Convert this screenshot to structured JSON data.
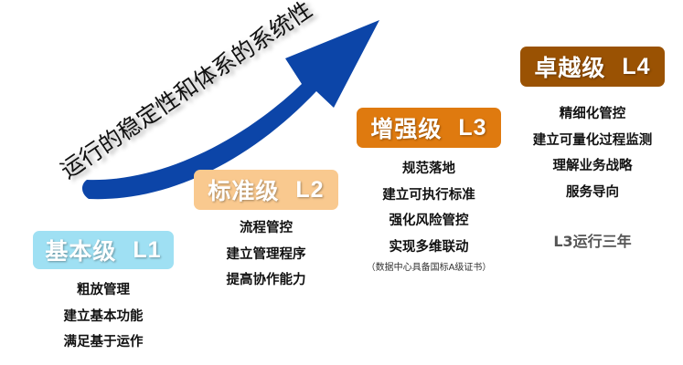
{
  "slogan": "运行的稳定性和体系的系统性",
  "levels": [
    {
      "name": "基本级",
      "code": "L1",
      "color": "#9fe0f3",
      "items": [
        "粗放管理",
        "建立基本功能",
        "满足基于运作"
      ]
    },
    {
      "name": "标准级",
      "code": "L2",
      "color": "#f9c98f",
      "items": [
        "流程管控",
        "建立管理程序",
        "提高协作能力"
      ]
    },
    {
      "name": "增强级",
      "code": "L3",
      "color": "#df7a0f",
      "items": [
        "规范落地",
        "建立可执行标准",
        "强化风险管控",
        "实现多维联动"
      ],
      "note": "（数据中心具备国标A级证书）"
    },
    {
      "name": "卓越级",
      "code": "L4",
      "color": "#9a5203",
      "items": [
        "精细化管控",
        "建立可量化过程监测",
        "理解业务战略",
        "服务导向"
      ],
      "extra": "L3运行三年"
    }
  ],
  "arrow_color": "#0c45a8"
}
